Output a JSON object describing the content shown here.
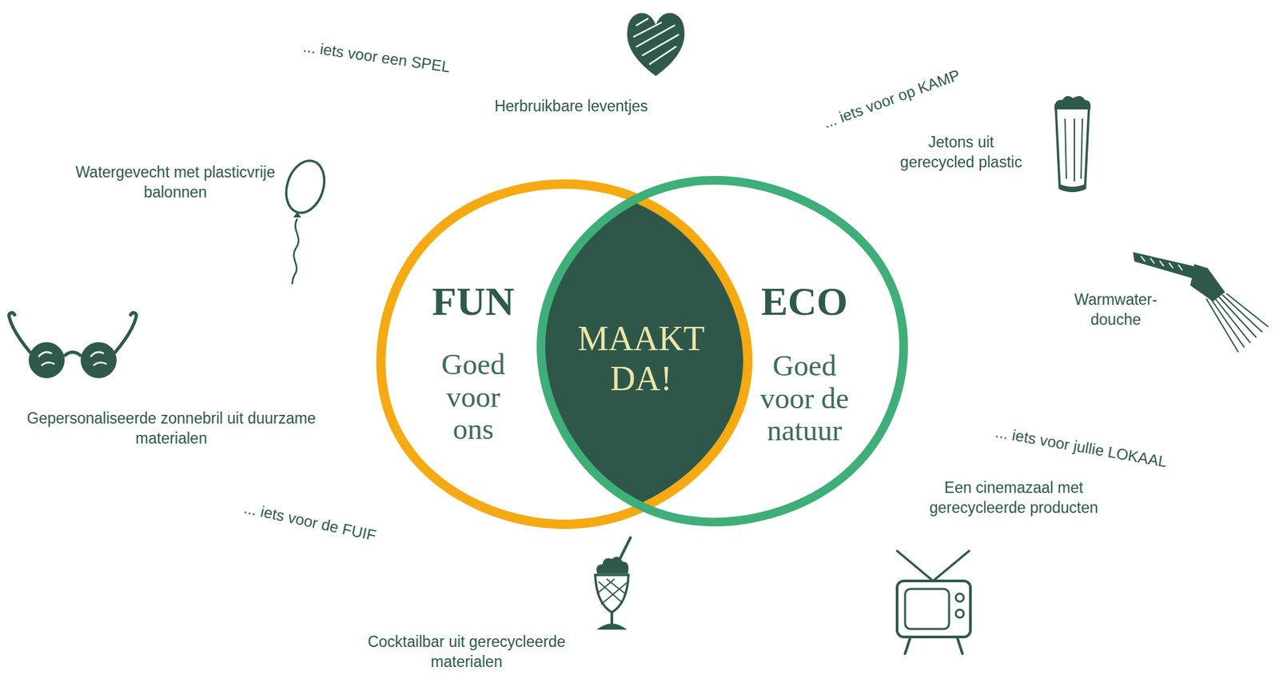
{
  "diagram": {
    "nodes": [
      {
        "text": [
          "FUN",
          "Goed voor ons"
        ]
      },
      {
        "text": [
          "MAAKT DA!"
        ]
      },
      {
        "text": [
          "ECO",
          "Goed voor de natuur"
        ]
      }
    ],
    "labels": [
      "... iets voor een SPEL",
      "Herbruikbare leventjes",
      "... iets voor op KAMP",
      "Jetons uit gerecycled plastic",
      "Watergevecht met plasticvrije balonnen",
      "Warmwater-douche",
      "Gepersonaliseerde zonnebril uit duurzame materialen",
      "... iets voor jullie LOKAAL",
      "Een cinemazaal met gerecycleerde producten",
      "... iets voor de FUIF",
      "Cocktailbar uit gerecycleerde materialen"
    ]
  }
}
